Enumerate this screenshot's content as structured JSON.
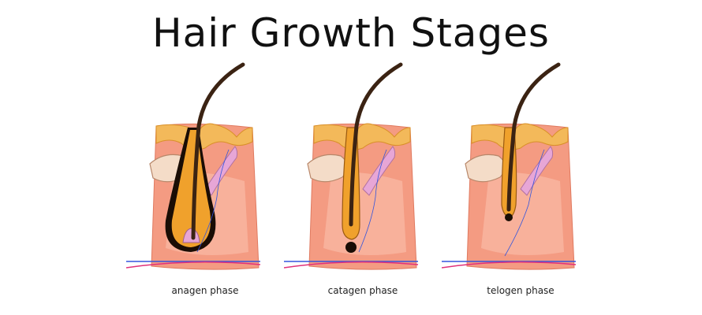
{
  "title": "Hair Growth Stages",
  "stages": [
    {
      "label": "anagen phase"
    },
    {
      "label": "catagen phase"
    },
    {
      "label": "telogen phase"
    }
  ],
  "colors": {
    "skin": "#f49b82",
    "skin_light": "#fbc3b0",
    "epidermis": "#f3b95a",
    "fat": "#f4dcc8",
    "follicle": "#f0a12c",
    "hair": "#3b2313",
    "papilla": "#e7a6d6",
    "vein": "#3355dd",
    "artery": "#e0307a"
  }
}
